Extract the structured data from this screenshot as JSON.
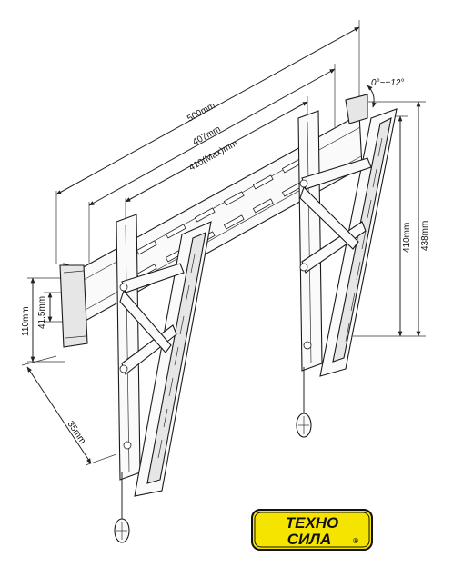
{
  "dimensions": {
    "width_500": "500mm",
    "width_407": "407mm",
    "width_410": "410(Max)mm",
    "height_410": "410mm",
    "height_438": "438mm",
    "h_110": "110mm",
    "h_41_5": "41.5mm",
    "depth_35": "35mm",
    "tilt": "0°~+12°"
  },
  "logo": {
    "line1": "ТЕХНО",
    "line2": "СИЛА",
    "mark": "®",
    "bg_color": "#f5e400",
    "text_color": "#111111"
  }
}
